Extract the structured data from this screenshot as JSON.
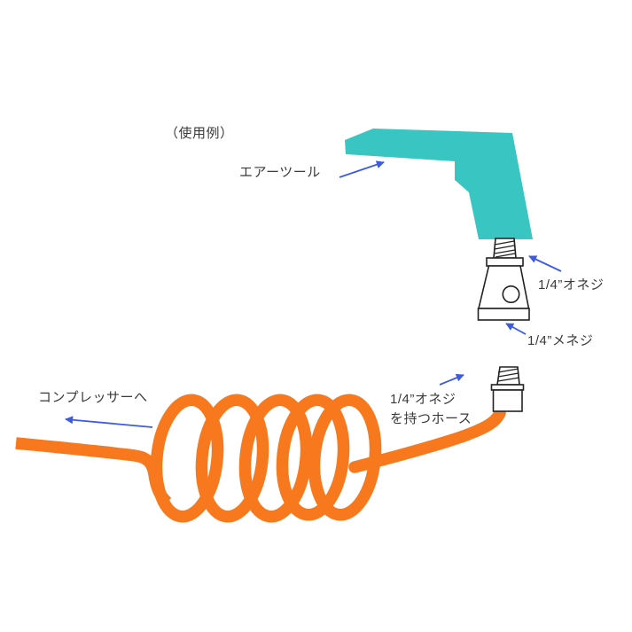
{
  "diagram": {
    "caption": "（使用例）",
    "labels": {
      "air_tool": "エアーツール",
      "male_thread": "1/4”オネジ",
      "female_thread": "1/4”メネジ",
      "to_compressor": "コンプレッサーへ",
      "hose_thread_line1": "1/4”オネジ",
      "hose_thread_line2": "を持つホース"
    },
    "colors": {
      "tool_fill": "#39C5C1",
      "hose": "#F8791D",
      "arrow": "#3C5BE0",
      "outline": "#222222",
      "text": "#3A3A3A",
      "background": "#FFFFFF"
    }
  }
}
